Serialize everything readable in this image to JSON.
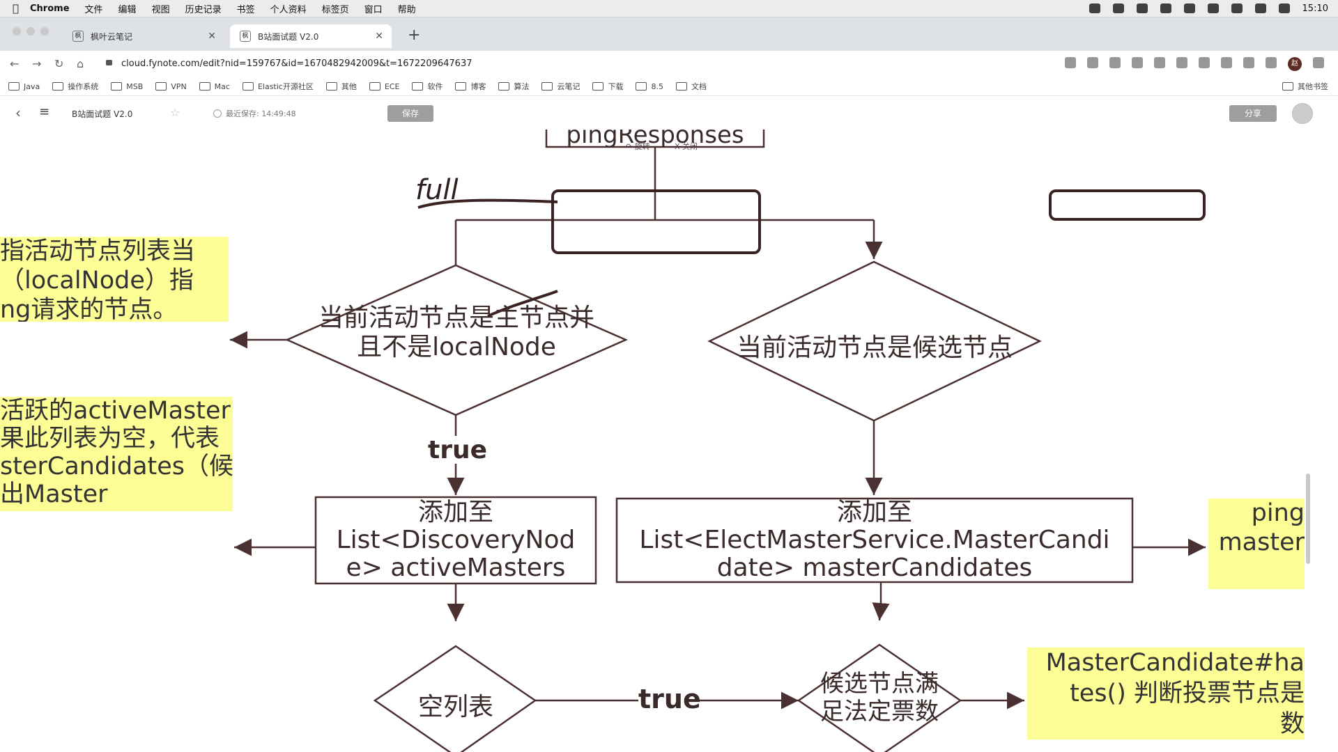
{
  "menubar": {
    "app": "Chrome",
    "items": [
      "文件",
      "编辑",
      "视图",
      "历史记录",
      "书签",
      "个人资料",
      "标签页",
      "窗口",
      "帮助"
    ],
    "clock": "15:10"
  },
  "tabs": [
    {
      "label": "枫叶云笔记",
      "active": false
    },
    {
      "label": "B站面试题 V2.0",
      "active": true
    }
  ],
  "address": {
    "url": "cloud.fynote.com/edit?nid=159767&id=1670482942009&t=1672209647637"
  },
  "bookmarks": {
    "items": [
      "Java",
      "操作系统",
      "MSB",
      "VPN",
      "Mac",
      "Elastic开源社区",
      "其他",
      "ECE",
      "软件",
      "博客",
      "算法",
      "云笔记",
      "下载",
      "8.5",
      "文档"
    ],
    "other": "其他书签"
  },
  "toolbar": {
    "doc_title": "B站面试题 V2.0",
    "saved_status": "最近保存: 14:49:48",
    "save_label": "保存",
    "share_label": "分享"
  },
  "canvas": {
    "rotate_label": "旋转",
    "close_label": "X 关闭",
    "top_box_text": "pingResponses",
    "annotation_text": "full",
    "diamond_left": [
      "当前活动节点是主节点并",
      "且不是localNode"
    ],
    "diamond_right": "当前活动节点是候选节点",
    "true_label_1": "true",
    "box_left": [
      "添加至",
      "List<DiscoveryNod",
      "e> activeMasters"
    ],
    "box_right": [
      "添加至",
      "List<ElectMasterService.MasterCandi",
      "date> masterCandidates"
    ],
    "diamond_bottom_left": "空列表",
    "true_label_2": "true",
    "diamond_bottom_right": [
      "候选节点满",
      "足法定票数"
    ],
    "notes": {
      "note1": [
        "指活动节点列表当",
        "（localNode）指",
        "ng请求的节点。"
      ],
      "note2": [
        "活跃的activeMaster",
        "果此列表为空，代表",
        "sterCandidates（候",
        "出Master"
      ],
      "note3": [
        "ping",
        "master"
      ],
      "note4": [
        "MasterCandidate#ha",
        "tes() 判断投票节点是",
        "数"
      ]
    },
    "stroke_color": "#4a3030",
    "note_color": "#fdfd96"
  }
}
